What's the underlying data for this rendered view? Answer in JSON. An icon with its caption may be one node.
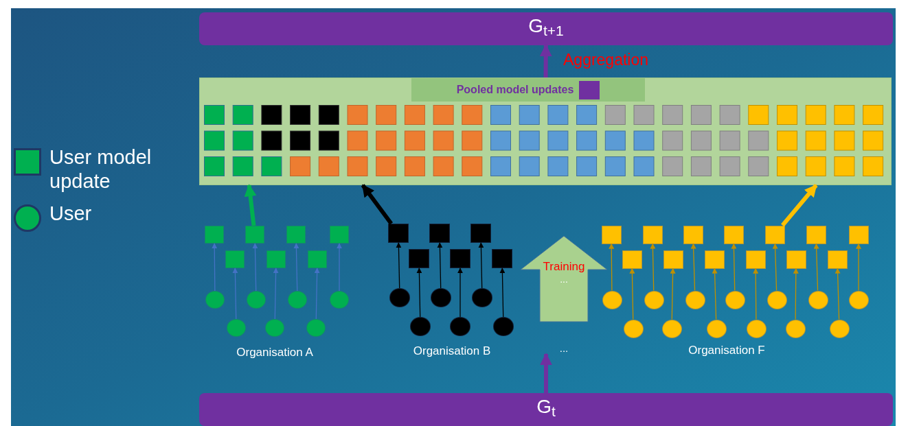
{
  "diagram": {
    "nodes": [
      {
        "text": [
          "G$_{t+1}$"
        ]
      },
      {
        "text": [],
        "shape": "box"
      },
      {
        "text": [
          "Pooled model updates"
        ],
        "in": 1
      },
      {
        "text": [],
        "shape": "box"
      },
      {
        "text": [],
        "shape": "box"
      },
      {
        "text": [],
        "shape": "box"
      },
      {
        "text": [],
        "shape": "box"
      },
      {
        "text": [],
        "shape": "box"
      },
      {
        "text": [],
        "shape": "box"
      },
      {
        "text": [],
        "shape": "box"
      },
      {
        "text": [],
        "shape": "circle"
      },
      {
        "text": [],
        "shape": "circle"
      },
      {
        "text": [],
        "shape": "circle"
      },
      {
        "text": [],
        "shape": "circle"
      },
      {
        "text": [],
        "shape": "circle"
      },
      {
        "text": [],
        "shape": "circle"
      },
      {
        "text": [],
        "shape": "circle"
      },
      {
        "text": [],
        "shape": "box"
      },
      {
        "text": [],
        "shape": "box"
      },
      {
        "text": [],
        "shape": "box"
      },
      {
        "text": [],
        "shape": "box"
      },
      {
        "text": [],
        "shape": "box"
      },
      {
        "text": [],
        "shape": "box"
      },
      {
        "text": [],
        "shape": "circle"
      },
      {
        "text": [],
        "shape": "circle"
      },
      {
        "text": [],
        "shape": "circle"
      },
      {
        "text": [],
        "shape": "circle"
      },
      {
        "text": [],
        "shape": "circle"
      },
      {
        "text": [],
        "shape": "circle"
      },
      {
        "text": [
          "Training",
          "..."
        ]
      },
      {
        "text": [],
        "shape": "box"
      },
      {
        "text": [],
        "shape": "box"
      },
      {
        "text": [],
        "shape": "box"
      },
      {
        "text": [],
        "shape": "box"
      },
      {
        "text": [],
        "shape": "box"
      },
      {
        "text": [],
        "shape": "box"
      },
      {
        "text": [],
        "shape": "box"
      },
      {
        "text": [],
        "shape": "box"
      },
      {
        "text": [],
        "shape": "box"
      },
      {
        "text": [],
        "shape": "box"
      },
      {
        "text": [],
        "shape": "box"
      },
      {
        "text": [],
        "shape": "box"
      },
      {
        "text": [],
        "shape": "box"
      },
      {
        "text": [],
        "shape": "circle"
      },
      {
        "text": [],
        "shape": "circle"
      },
      {
        "text": [],
        "shape": "circle"
      },
      {
        "text": [],
        "shape": "circle"
      },
      {
        "text": [],
        "shape": "circle"
      },
      {
        "text": [],
        "shape": "circle"
      },
      {
        "text": [],
        "shape": "circle"
      },
      {
        "text": [],
        "shape": "circle"
      },
      {
        "text": [],
        "shape": "circle"
      },
      {
        "text": [],
        "shape": "circle"
      },
      {
        "text": [],
        "shape": "circle"
      },
      {
        "text": [],
        "shape": "circle"
      },
      {
        "text": [],
        "shape": "circle"
      },
      {
        "text": [
          "G$_{t}$"
        ]
      },
      {
        "text": [
          "..."
        ]
      }
    ],
    "edges": [
      {
        "from": 1,
        "to": 0,
        "arrow": "to",
        "label": "Aggregation",
        "style": "thick",
        "color": "#7030a0"
      },
      {
        "from": 56,
        "to": 57,
        "arrow": "to",
        "style": "thick",
        "color": "#7030a0"
      },
      {
        "from": 4,
        "to": 1,
        "arrow": "to",
        "style": "thick",
        "color": "#00b050"
      },
      {
        "from": 17,
        "to": 1,
        "arrow": "to",
        "style": "thick",
        "color": "#000000"
      },
      {
        "from": 34,
        "to": 1,
        "arrow": "to",
        "style": "thick",
        "color": "#ffc000"
      },
      {
        "from": 10,
        "to": 3,
        "arrow": "to",
        "color": "#4472c4"
      },
      {
        "from": 11,
        "to": 4,
        "arrow": "to",
        "color": "#4472c4"
      },
      {
        "from": 12,
        "to": 5,
        "arrow": "to",
        "color": "#4472c4"
      },
      {
        "from": 13,
        "to": 6,
        "arrow": "to",
        "color": "#4472c4"
      },
      {
        "from": 14,
        "to": 7,
        "arrow": "to",
        "color": "#4472c4"
      },
      {
        "from": 15,
        "to": 8,
        "arrow": "to",
        "color": "#4472c4"
      },
      {
        "from": 16,
        "to": 9,
        "arrow": "to",
        "color": "#4472c4"
      },
      {
        "from": 23,
        "to": 17,
        "arrow": "to",
        "color": "#000000"
      },
      {
        "from": 24,
        "to": 18,
        "arrow": "to",
        "color": "#000000"
      },
      {
        "from": 25,
        "to": 19,
        "arrow": "to",
        "color": "#000000"
      },
      {
        "from": 26,
        "to": 20,
        "arrow": "to",
        "color": "#000000"
      },
      {
        "from": 27,
        "to": 21,
        "arrow": "to",
        "color": "#000000"
      },
      {
        "from": 28,
        "to": 22,
        "arrow": "to",
        "color": "#000000"
      },
      {
        "from": 43,
        "to": 30,
        "arrow": "to"
      },
      {
        "from": 44,
        "to": 31,
        "arrow": "to"
      },
      {
        "from": 45,
        "to": 32,
        "arrow": "to"
      },
      {
        "from": 46,
        "to": 33,
        "arrow": "to"
      },
      {
        "from": 47,
        "to": 34,
        "arrow": "to"
      },
      {
        "from": 48,
        "to": 35,
        "arrow": "to"
      },
      {
        "from": 49,
        "to": 36,
        "arrow": "to"
      },
      {
        "from": 50,
        "to": 37,
        "arrow": "to"
      },
      {
        "from": 51,
        "to": 38,
        "arrow": "to"
      },
      {
        "from": 52,
        "to": 39,
        "arrow": "to"
      },
      {
        "from": 53,
        "to": 40,
        "arrow": "to"
      },
      {
        "from": 54,
        "to": 41,
        "arrow": "to"
      },
      {
        "from": 55,
        "to": 42,
        "arrow": "to"
      }
    ],
    "labels": [
      "Organisation A",
      "Organisation B",
      "Organisation F"
    ],
    "legend": [
      {
        "text": "User model update"
      },
      {
        "text": "User"
      }
    ]
  }
}
